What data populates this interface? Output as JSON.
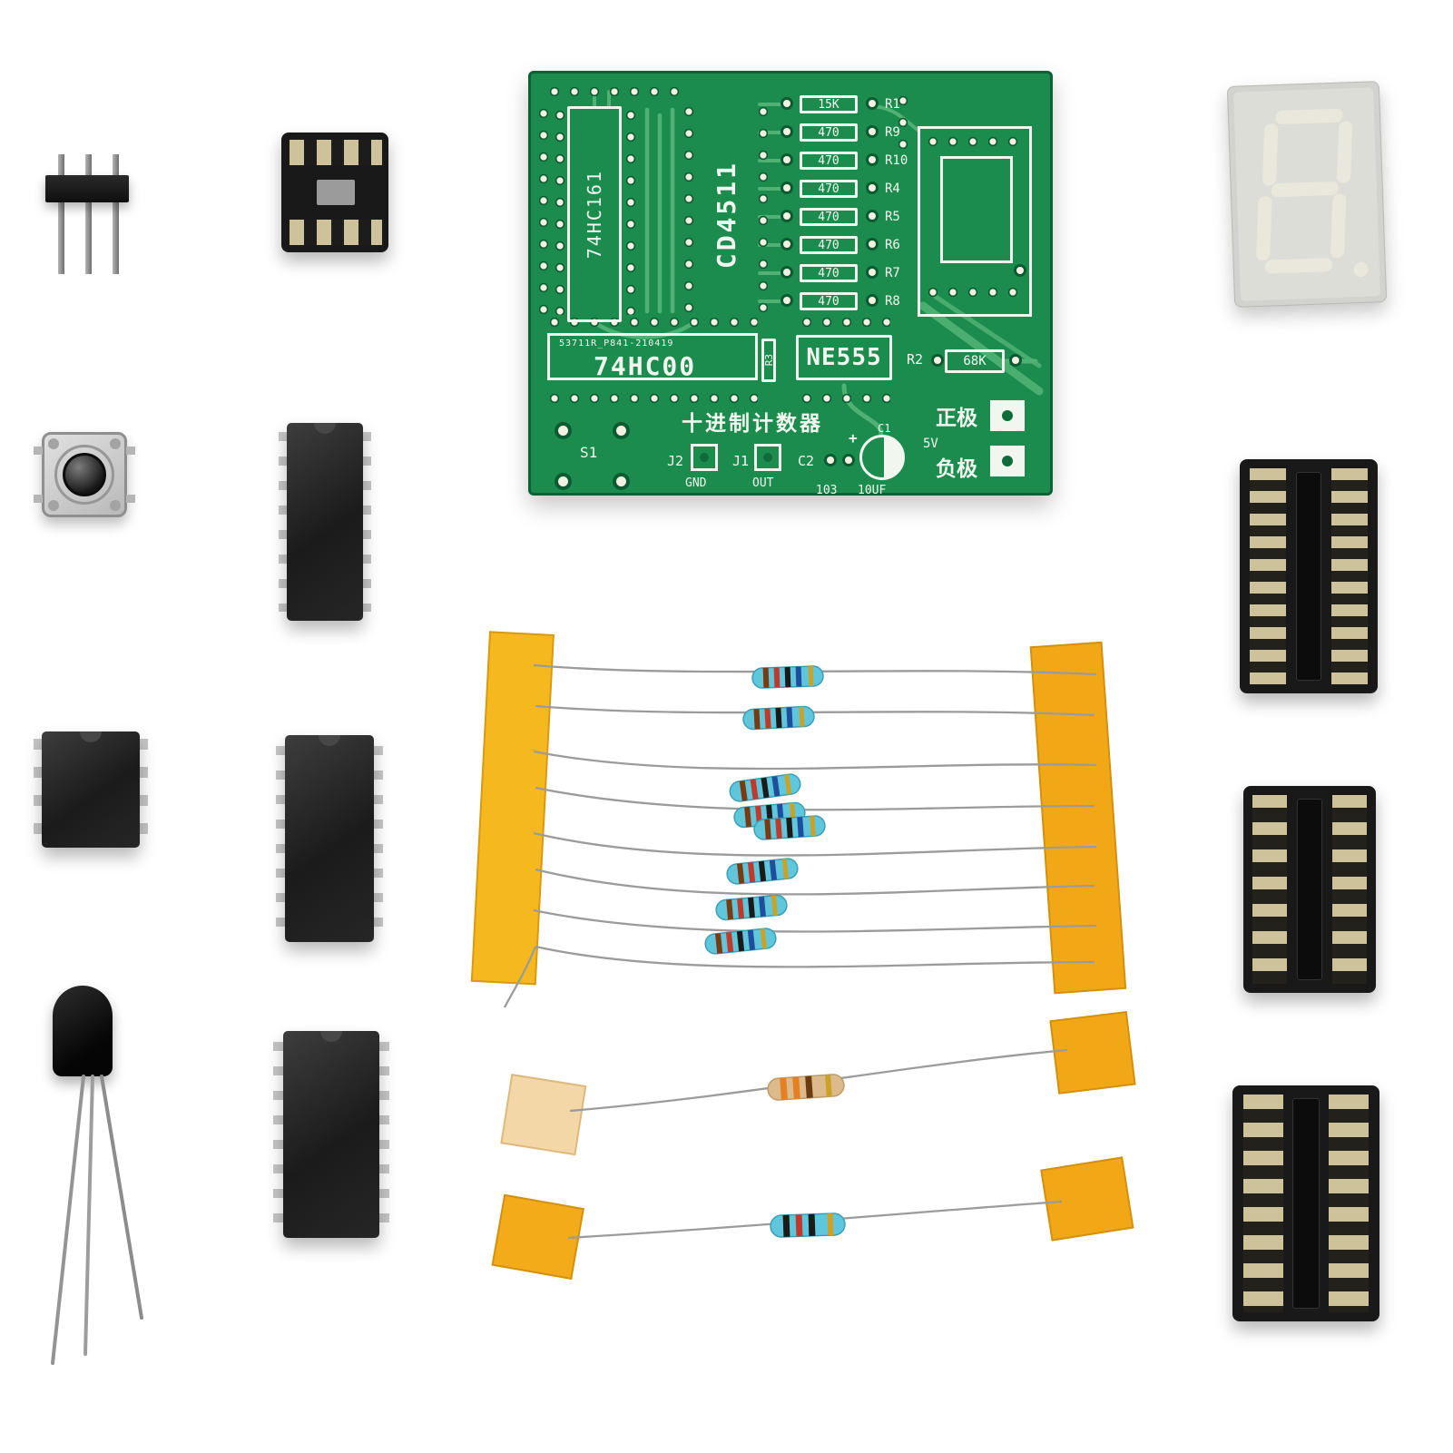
{
  "colors": {
    "pcb_green": "#1c8c4e",
    "pcb_trace": "#4fb174",
    "silkscreen_white": "#f1f7ee",
    "tape_yellow": "#f5b41e",
    "resistor_blue": "#5fc6dc",
    "resistor_tan": "#dcba8c"
  },
  "pcb": {
    "ic_outline_1": "74HC161",
    "ic_outline_2": "CD4511",
    "ic_box_1_serial": "53711R_P841-210419",
    "ic_box_1": "74HC00",
    "ic_box_2": "NE555",
    "r3_ref": "R3",
    "r2_ref": "R2",
    "r2_value": "68K",
    "resistor_rows": [
      {
        "value": "15K",
        "ref": "R1"
      },
      {
        "value": "470",
        "ref": "R9"
      },
      {
        "value": "470",
        "ref": "R10"
      },
      {
        "value": "470",
        "ref": "R4"
      },
      {
        "value": "470",
        "ref": "R5"
      },
      {
        "value": "470",
        "ref": "R6"
      },
      {
        "value": "470",
        "ref": "R7"
      },
      {
        "value": "470",
        "ref": "R8"
      }
    ],
    "title_cn": "十进制计数器",
    "s1": "S1",
    "j2": "J2",
    "j2_net": "GND",
    "j1": "J1",
    "j1_net": "OUT",
    "c2": "C2",
    "c2_value": "103",
    "c1": "C1",
    "c1_plus": "+",
    "c1_value": "10UF",
    "supply": "5V",
    "positive_cn": "正极",
    "negative_cn": "负极"
  }
}
